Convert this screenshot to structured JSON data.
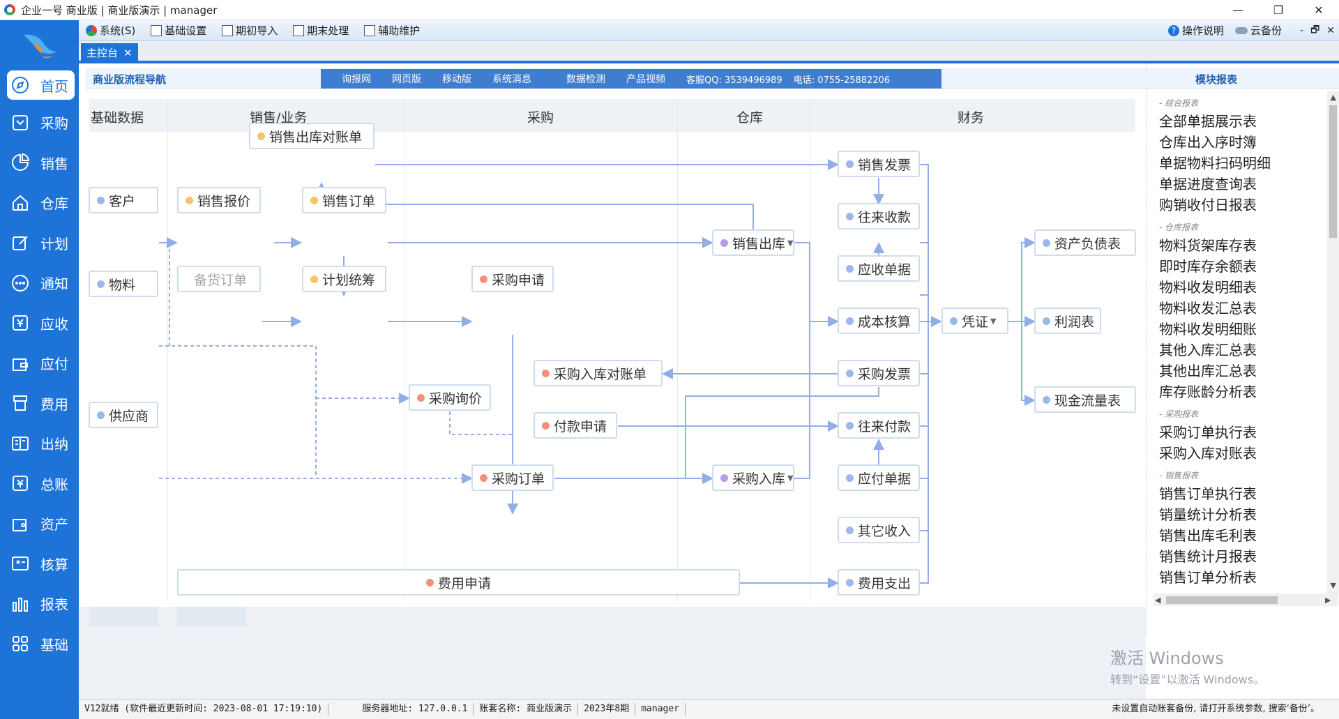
{
  "window": {
    "title": "企业一号 商业版 | 商业版演示 | manager",
    "minimize": "—",
    "restore": "❐",
    "close": "✕"
  },
  "sidebar": {
    "items": [
      {
        "label": "首页",
        "icon": "compass-icon"
      },
      {
        "label": "采购",
        "icon": "purchase-icon"
      },
      {
        "label": "销售",
        "icon": "pie-chart-icon"
      },
      {
        "label": "仓库",
        "icon": "home-icon"
      },
      {
        "label": "计划",
        "icon": "edit-icon"
      },
      {
        "label": "通知",
        "icon": "chat-icon"
      },
      {
        "label": "应收",
        "icon": "yen-icon"
      },
      {
        "label": "应付",
        "icon": "wallet-icon"
      },
      {
        "label": "费用",
        "icon": "register-icon"
      },
      {
        "label": "出纳",
        "icon": "book-icon"
      },
      {
        "label": "总账",
        "icon": "ledger-icon"
      },
      {
        "label": "资产",
        "icon": "asset-icon"
      },
      {
        "label": "核算",
        "icon": "calc-icon"
      },
      {
        "label": "报表",
        "icon": "bar-chart-icon"
      },
      {
        "label": "基础",
        "icon": "grid-icon"
      }
    ]
  },
  "menubar": {
    "items": [
      {
        "label": "系统(S)",
        "icon": "system-icon"
      },
      {
        "label": "基础设置",
        "icon": "settings-doc-icon"
      },
      {
        "label": "期初导入",
        "icon": "import-icon"
      },
      {
        "label": "期末处理",
        "icon": "close-period-icon"
      },
      {
        "label": "辅助维护",
        "icon": "maintenance-icon"
      }
    ],
    "help": "操作说明",
    "cloud_backup": "云备份",
    "min": "-",
    "restore": "🗗",
    "close": "✕"
  },
  "tabs": {
    "active_label": "主控台",
    "close": "✕"
  },
  "flow_header": {
    "title": "商业版流程导航",
    "links": [
      "询报网",
      "网页版",
      "移动版",
      "系统消息",
      "数据检测",
      "产品视频"
    ],
    "qq": "客服QQ: 3539496989",
    "phone": "电话: 0755-25882206"
  },
  "columns": [
    "基础数据",
    "销售/业务",
    "采购",
    "仓库",
    "财务"
  ],
  "nodes": {
    "customer": "客户",
    "material": "物料",
    "supplier": "供应商",
    "sales_quote": "销售报价",
    "stock_order": "备货订单",
    "sales_order": "销售订单",
    "plan": "计划统筹",
    "sales_reconcile": "销售出库对账单",
    "purchase_request": "采购申请",
    "purchase_inquiry": "采购询价",
    "purchase_order": "采购订单",
    "purchase_reconcile": "采购入库对账单",
    "payment_request": "付款申请",
    "sales_out": "销售出库",
    "purchase_in": "采购入库",
    "sales_invoice": "销售发票",
    "receivable": "往来收款",
    "receivable_doc": "应收单据",
    "cost_accounting": "成本核算",
    "purchase_invoice": "采购发票",
    "payment": "往来付款",
    "payable_doc": "应付单据",
    "other_income": "其它收入",
    "expense_out": "费用支出",
    "expense_request": "费用申请",
    "voucher": "凭证",
    "balance_sheet": "资产负债表",
    "income_statement": "利润表",
    "cashflow": "现金流量表"
  },
  "reports": {
    "title": "模块报表",
    "sections": [
      {
        "name": "- 综合报表",
        "items": [
          "全部单据展示表",
          "仓库出入序时簿",
          "单据物料扫码明细",
          "单据进度查询表",
          "购销收付日报表"
        ]
      },
      {
        "name": "- 仓库报表",
        "items": [
          "物料货架库存表",
          "即时库存余额表",
          "物料收发明细表",
          "物料收发汇总表",
          "物料收发明细账",
          "其他入库汇总表",
          "其他出库汇总表",
          "库存账龄分析表"
        ]
      },
      {
        "name": "- 采购报表",
        "items": [
          "采购订单执行表",
          "采购入库对账表"
        ]
      },
      {
        "name": "- 销售报表",
        "items": [
          "销售订单执行表",
          "销量统计分析表",
          "销售出库毛利表",
          "销售统计月报表",
          "销售订单分析表"
        ]
      }
    ]
  },
  "watermark": {
    "line1": "激活 Windows",
    "line2": "转到“设置”以激活 Windows。"
  },
  "status": {
    "ready": "V12就绪 (软件最近更新时间: 2023-08-01 17:19:10)",
    "server": "服务器地址: 127.0.0.1",
    "account": "账套名称: 商业版演示",
    "period": "2023年8期",
    "user": "manager",
    "notice": "未设置自动账套备份, 请打开系统参数, 搜索‘备份’。"
  },
  "colors": {
    "primary": "#1e73d8",
    "line": "#92aee6",
    "dot_yellow": "#f4c36a",
    "dot_blue": "#9ab8ea",
    "dot_red": "#f2907a",
    "dot_purple": "#b99be8"
  }
}
